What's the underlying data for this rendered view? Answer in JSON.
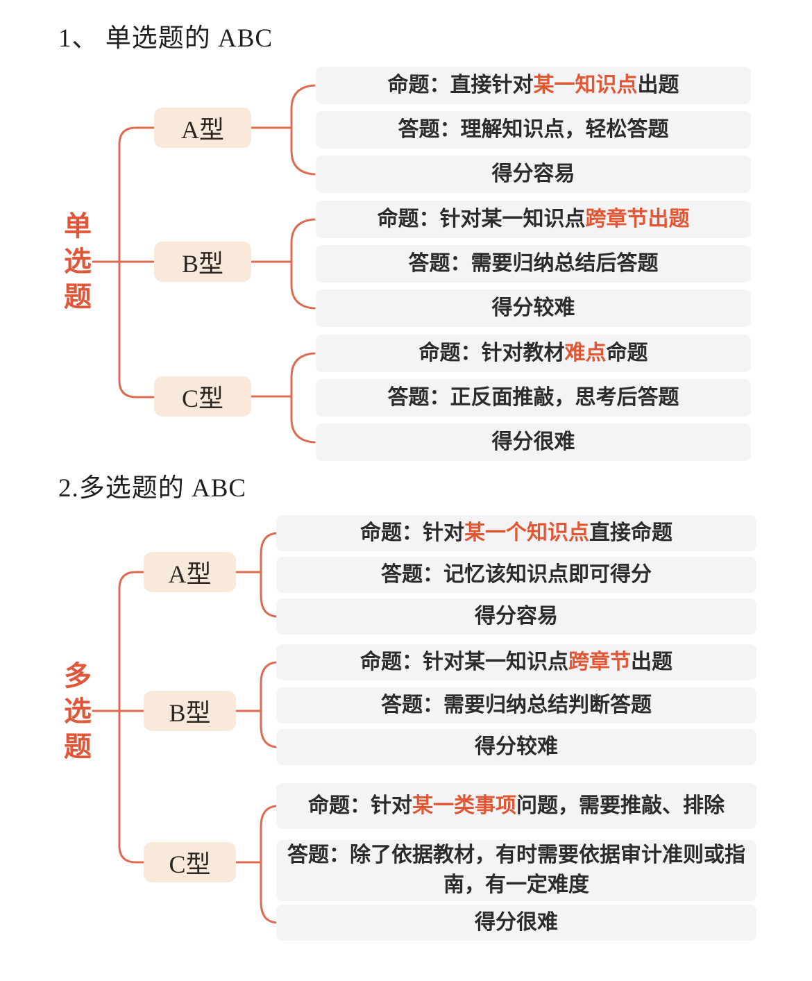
{
  "colors": {
    "line": "#dd6b52",
    "root_text": "#e05639",
    "highlight": "#e25733",
    "type_box_bg": "#f9e9da",
    "row_bg": "#f4f4f6",
    "text": "#2b2b2b",
    "background": "#ffffff"
  },
  "sections": [
    {
      "title": "1、 单选题的 ABC",
      "root": "单选题",
      "branches": [
        {
          "label": "A型",
          "rows": [
            {
              "segments": [
                {
                  "text": "命题：直接针对"
                },
                {
                  "text": "某一知识点",
                  "highlight": true
                },
                {
                  "text": "出题"
                }
              ]
            },
            {
              "segments": [
                {
                  "text": "答题：理解知识点，轻松答题"
                }
              ]
            },
            {
              "segments": [
                {
                  "text": "得分容易"
                }
              ]
            }
          ]
        },
        {
          "label": "B型",
          "rows": [
            {
              "segments": [
                {
                  "text": "命题：针对某一知识点"
                },
                {
                  "text": "跨章节出题",
                  "highlight": true
                }
              ]
            },
            {
              "segments": [
                {
                  "text": "答题：需要归纳总结后答题"
                }
              ]
            },
            {
              "segments": [
                {
                  "text": "得分较难"
                }
              ]
            }
          ]
        },
        {
          "label": "C型",
          "rows": [
            {
              "segments": [
                {
                  "text": "命题：针对教材"
                },
                {
                  "text": "难点",
                  "highlight": true
                },
                {
                  "text": "命题"
                }
              ]
            },
            {
              "segments": [
                {
                  "text": "答题：正反面推敲，思考后答题"
                }
              ]
            },
            {
              "segments": [
                {
                  "text": "得分很难"
                }
              ]
            }
          ]
        }
      ]
    },
    {
      "title": "2.多选题的 ABC",
      "root": "多选题",
      "branches": [
        {
          "label": "A型",
          "rows": [
            {
              "segments": [
                {
                  "text": "命题：针对"
                },
                {
                  "text": "某一个知识点",
                  "highlight": true
                },
                {
                  "text": "直接命题"
                }
              ]
            },
            {
              "segments": [
                {
                  "text": "答题：记忆该知识点即可得分"
                }
              ]
            },
            {
              "segments": [
                {
                  "text": "得分容易"
                }
              ]
            }
          ]
        },
        {
          "label": "B型",
          "rows": [
            {
              "segments": [
                {
                  "text": "命题：针对某一知识点"
                },
                {
                  "text": "跨章节",
                  "highlight": true
                },
                {
                  "text": "出题"
                }
              ]
            },
            {
              "segments": [
                {
                  "text": "答题：需要归纳总结判断答题"
                }
              ]
            },
            {
              "segments": [
                {
                  "text": "得分较难"
                }
              ]
            }
          ]
        },
        {
          "label": "C型",
          "rows": [
            {
              "segments": [
                {
                  "text": "命题：针对"
                },
                {
                  "text": "某一类事项",
                  "highlight": true
                },
                {
                  "text": "问题，需要推敲、排除"
                }
              ]
            },
            {
              "segments": [
                {
                  "text": "答题：除了依据教材，有时需要依据审计准则或指南，有一定难度"
                }
              ]
            },
            {
              "segments": [
                {
                  "text": "得分很难"
                }
              ]
            }
          ]
        }
      ]
    }
  ]
}
